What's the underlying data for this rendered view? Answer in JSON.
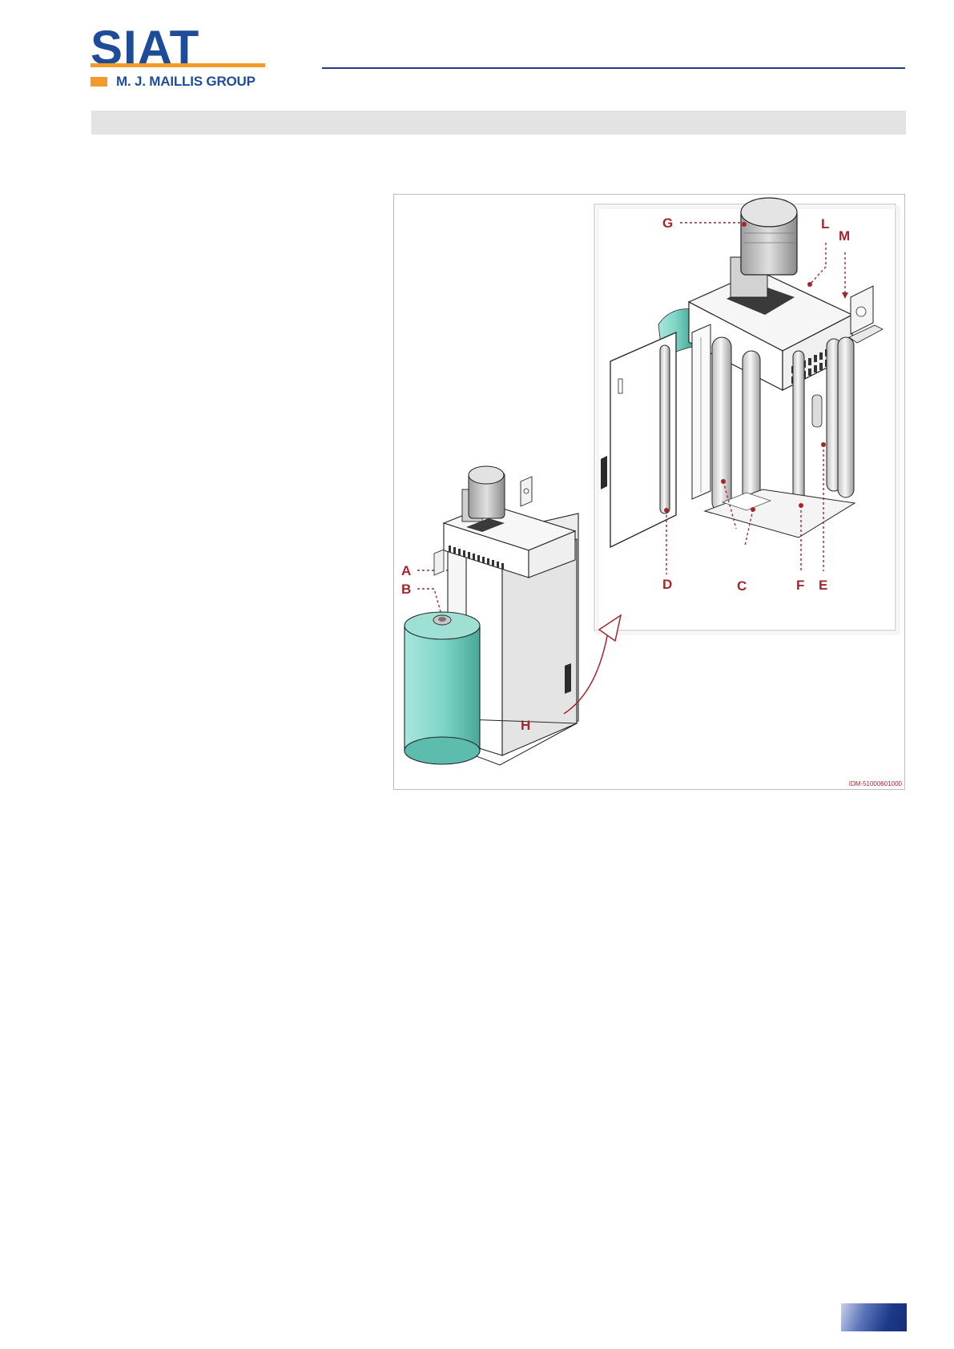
{
  "header": {
    "logo_word": "SIAT",
    "logo_group": "M. J. MAILLIS GROUP",
    "brand_color": "#1f4c9a",
    "accent_color": "#f39a2b"
  },
  "figure": {
    "callouts": {
      "a": "A",
      "b": "B",
      "c": "C",
      "d": "D",
      "e": "E",
      "f": "F",
      "g": "G",
      "h": "H",
      "l": "L",
      "m": "M"
    },
    "code": "IDM-51000601000",
    "callout_color": "#a3262c",
    "film_color": "#7fd6c8"
  },
  "footer": {
    "page_tab_color": "#1c3a8a"
  }
}
